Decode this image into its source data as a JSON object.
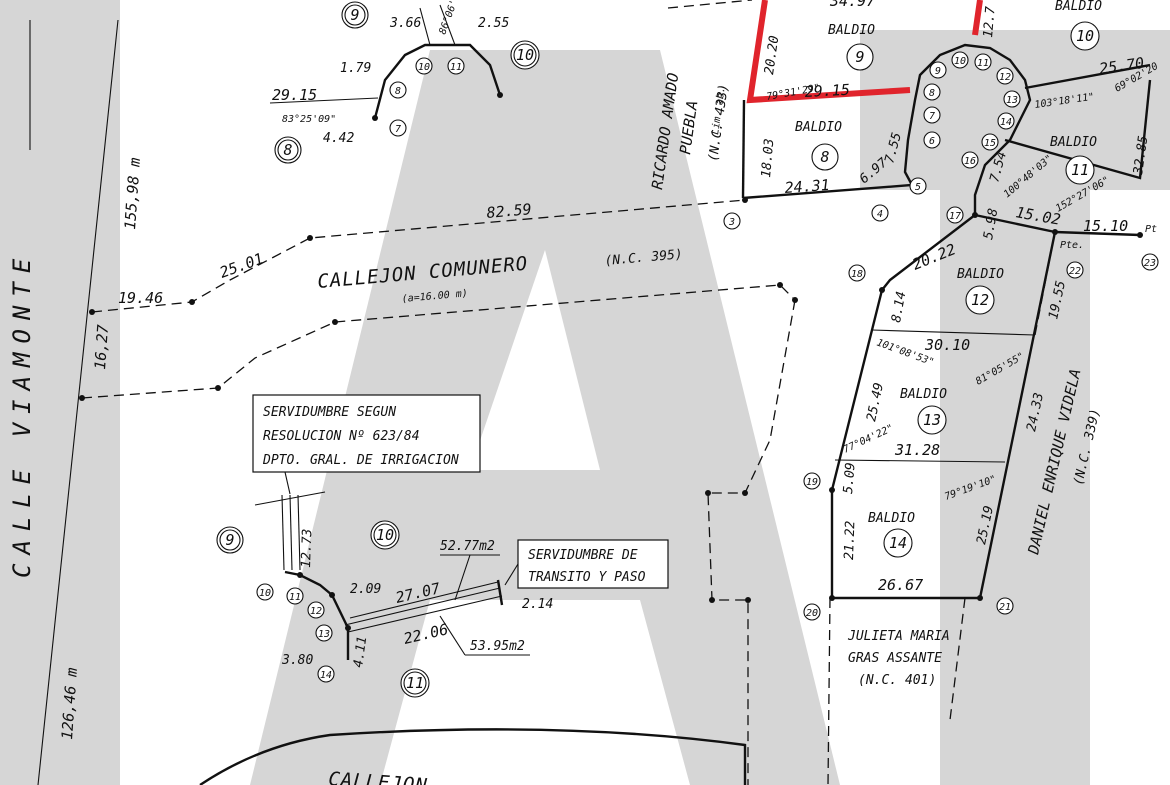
{
  "watermark": {
    "color": "#d6d6d6"
  },
  "accent_color": "#e0242c",
  "streets": {
    "viamonte": "CALLE   VIAMONTE",
    "comunero": "CALLEJON COMUNERO",
    "comunero_nc": "(N.C. 395)",
    "comunero_width": "(a=16.00 m)",
    "bottom_callejon": "CALLEJON"
  },
  "neighbors": {
    "ricardo_1": "RICARDO AMADO",
    "ricardo_2": "PUEBLA",
    "ricardo_nc": "(N.C. 433)",
    "lim_label": "Lim. ab.",
    "daniel": "DANIEL ENRIQUE VIDELA",
    "daniel_nc": "(N.C. 339)",
    "julieta_1": "JULIETA MARIA",
    "julieta_2": "GRAS ASSANTE",
    "julieta_nc": "(N.C. 401)"
  },
  "notes": {
    "servidumbre_1": "SERVIDUMBRE SEGUN",
    "servidumbre_2": "RESOLUCION Nº 623/84",
    "servidumbre_3": "DPTO. GRAL. DE IRRIGACION",
    "transito_1": "SERVIDUMBRE DE",
    "transito_2": "TRANSITO Y PASO",
    "area_1": "52.77m2",
    "area_2": "53.95m2"
  },
  "lots": {
    "baldio": "BALDIO",
    "n8": "8",
    "n9": "9",
    "n10": "10",
    "n11": "11",
    "n12": "12",
    "n13": "13",
    "n14": "14"
  },
  "dimensions": {
    "d_155_98": "155,98 m",
    "d_126_46": "126,46 m",
    "d_16_27": "16,27",
    "d_19_46": "19.46",
    "d_25_01": "25.01",
    "d_82_59": "82.59",
    "d_3_66": "3.66",
    "d_2_55": "2.55",
    "d_1_79": "1.79",
    "d_29_15a": "29.15",
    "d_4_42": "4.42",
    "a_83_25": "83°25'09\"",
    "a_86_06": "86°06'",
    "d_34_97": "34.97",
    "d_20_20": "20.20",
    "a_79_31": "79°31'29\"",
    "d_29_15b": "29.15",
    "d_18_03": "18.03",
    "d_24_31": "24.31",
    "d_6_97": "6.97",
    "d_7_55": "7.55",
    "d_12_7": "12.7",
    "d_25_70": "25.70",
    "a_103_18": "103°18'11\"",
    "a_69_02": "69°02'20",
    "d_32_85": "32.85",
    "d_7_54": "7.54",
    "a_100_48": "100°48'03\"",
    "d_15_02": "15.02",
    "a_152_27": "152°27'06\"",
    "d_15_10": "15.10",
    "pte_1": "Pte.",
    "pte_2": "Pt",
    "d_5_98": "5.98",
    "d_20_22": "20.22",
    "d_8_14": "8.14",
    "d_19_55": "19.55",
    "d_30_10": "30.10",
    "a_101_08": "101°08'53\"",
    "a_81_05": "81°05'55\"",
    "d_25_49": "25.49",
    "d_24_33": "24.33",
    "a_77_04": "77°04'22\"",
    "d_31_28": "31.28",
    "d_5_09": "5.09",
    "a_79_19": "79°19'10\"",
    "d_21_22": "21.22",
    "d_25_19": "25.19",
    "d_26_67": "26.67",
    "d_12_73": "12.73",
    "d_2_09": "2.09",
    "d_27_07": "27.07",
    "d_22_06": "22.06",
    "d_2_14": "2.14",
    "d_3_80": "3.80",
    "d_4_11": "4.11"
  },
  "vertices": {
    "v3": "3",
    "v4": "4",
    "v5": "5",
    "v6": "6",
    "v7": "7",
    "v8": "8",
    "v9": "9",
    "v10": "10",
    "v11": "11",
    "v12": "12",
    "v13": "13",
    "v14": "14",
    "v15": "15",
    "v16": "16",
    "v17": "17",
    "v18": "18",
    "v19": "19",
    "v20": "20",
    "v21": "21",
    "v22": "22",
    "v23": "23"
  }
}
